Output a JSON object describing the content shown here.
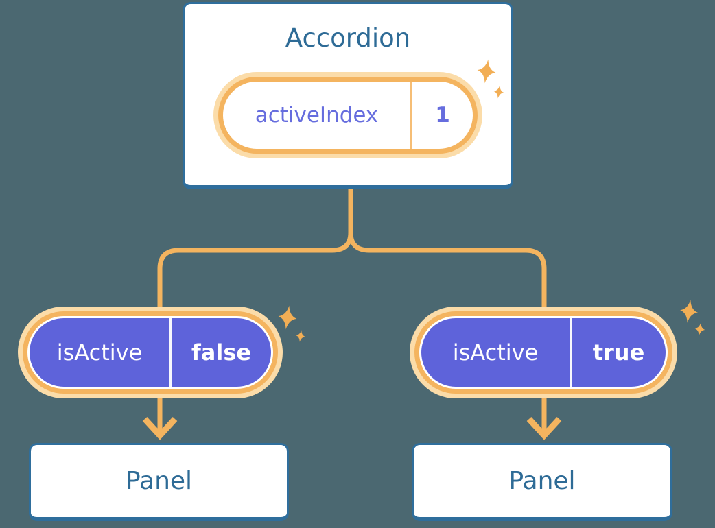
{
  "diagram": {
    "root": {
      "title": "Accordion",
      "state": {
        "label": "activeIndex",
        "value": "1"
      }
    },
    "branches": [
      {
        "state": {
          "label": "isActive",
          "value": "false"
        },
        "child": {
          "title": "Panel"
        }
      },
      {
        "state": {
          "label": "isActive",
          "value": "true"
        },
        "child": {
          "title": "Panel"
        }
      }
    ]
  },
  "icons": {
    "sparkle": "four-point-star"
  },
  "colors": {
    "background": "#4B6871",
    "card_bg": "#FFFFFF",
    "card_border": "#2F6E9C",
    "heading_text": "#2E6B96",
    "state_text": "#666DDE",
    "pill_ring": "#F4B45F",
    "pill_ring_glow": "#FBDCA9",
    "pill_fill_active": "#5E63DA",
    "pill_value_text": "#FFFFFF",
    "connector": "#F4B45F",
    "sparkle": "#F2AE55"
  }
}
